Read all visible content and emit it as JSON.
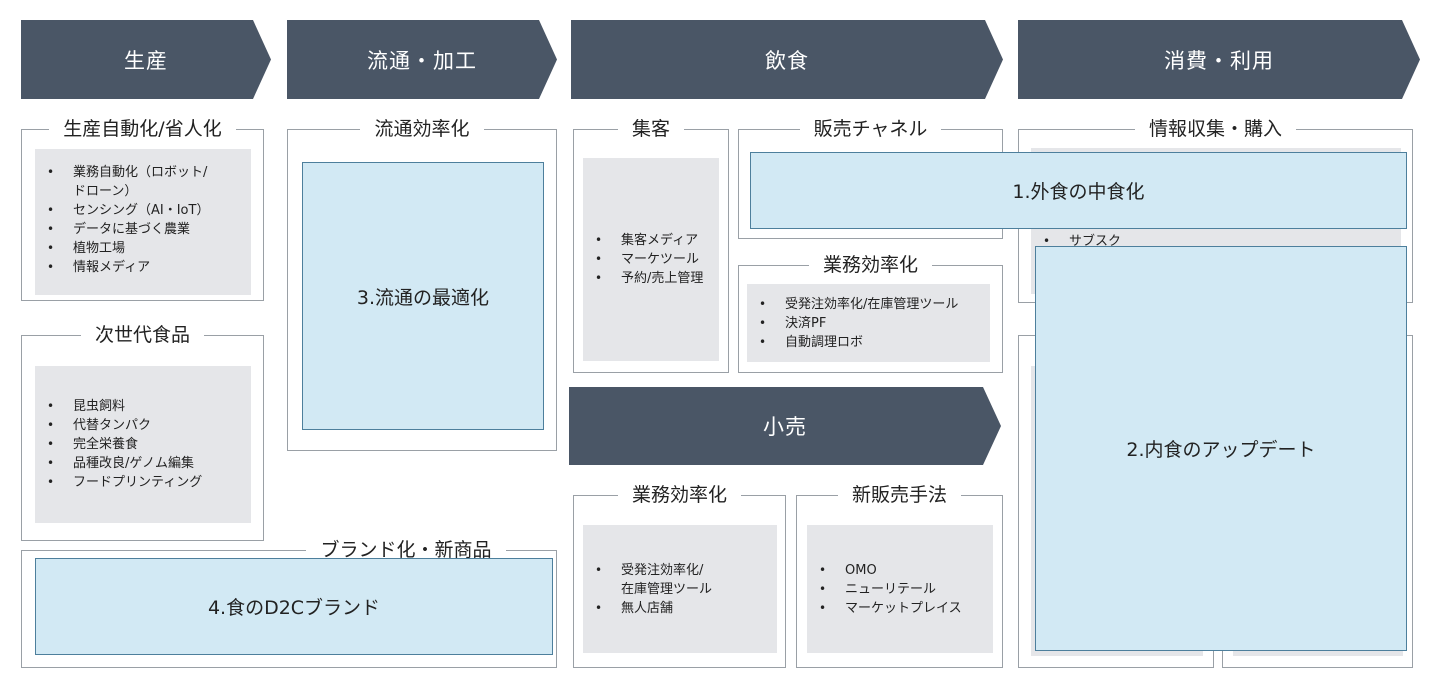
{
  "stages": {
    "production": "生産",
    "distribution": "流通・加工",
    "food_service": "飲食",
    "consumption": "消費・利用",
    "retail": "小売"
  },
  "boxes": {
    "production_automation": {
      "title": "生産自動化/省人化",
      "items": [
        "業務自動化（ロボット/",
        "ドローン）",
        "センシング（AI・IoT）",
        "データに基づく農業",
        "植物工場",
        "情報メディア"
      ]
    },
    "next_gen_food": {
      "title": "次世代食品",
      "items": [
        "昆虫飼料",
        "代替タンパク",
        "完全栄養食",
        "品種改良/ゲノム編集",
        "フードプリンティング"
      ]
    },
    "brand_new_product": {
      "title": "ブランド化・新商品"
    },
    "distribution_efficiency": {
      "title": "流通効率化"
    },
    "customer_acquisition": {
      "title": "集客",
      "items": [
        "集客メディア",
        "マーケツール",
        "予約/売上管理"
      ]
    },
    "sales_channel": {
      "title": "販売チャネル"
    },
    "food_business_efficiency": {
      "title": "業務効率化",
      "items": [
        "受発注効率化/在庫管理ツール",
        "決済PF",
        "自動調理ロボ"
      ]
    },
    "retail_business_efficiency": {
      "title": "業務効率化",
      "items": [
        "受発注効率化/",
        "在庫管理ツール",
        "無人店舗"
      ]
    },
    "new_sales_method": {
      "title": "新販売手法",
      "items": [
        "OMO",
        "ニューリテール",
        "マーケットプレイス"
      ]
    },
    "info_purchase": {
      "title": "情報収集・購入",
      "partial_item": "サブスク"
    }
  },
  "themes": {
    "t1": "1.外食の中食化",
    "t2": "2.内食のアップデート",
    "t3": "3.流通の最適化",
    "t4": "4.食のD2Cブランド"
  },
  "colors": {
    "stage_header": "#4a5666",
    "theme_fill": "#d2e9f4",
    "theme_border": "#4d7f9c",
    "inner_fill": "#e5e6e9"
  }
}
